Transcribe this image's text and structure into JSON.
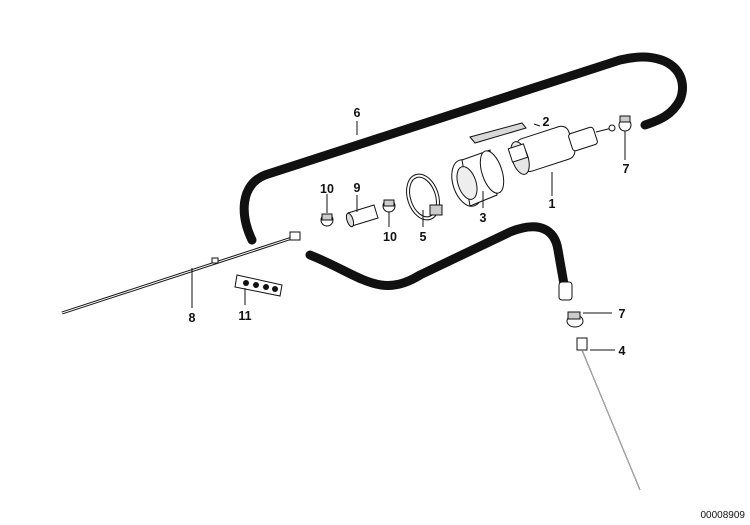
{
  "drawing_id": "00008909",
  "parts": [
    {
      "number": "1",
      "name": "fuel-pump-part"
    },
    {
      "number": "2",
      "name": "bracket-part"
    },
    {
      "number": "3",
      "name": "rubber-mount-part"
    },
    {
      "number": "4",
      "name": "hose-fitting-part"
    },
    {
      "number": "5",
      "name": "hose-clamp-part"
    },
    {
      "number": "6",
      "name": "fuel-line-part"
    },
    {
      "number": "7",
      "name": "hose-clip-part"
    },
    {
      "number": "7",
      "name": "hose-clip-part-lower"
    },
    {
      "number": "8",
      "name": "fuel-pipe-part"
    },
    {
      "number": "9",
      "name": "hose-part"
    },
    {
      "number": "10",
      "name": "clip-part-left"
    },
    {
      "number": "10",
      "name": "clip-part-center"
    },
    {
      "number": "11",
      "name": "pipe-holder-part"
    }
  ]
}
